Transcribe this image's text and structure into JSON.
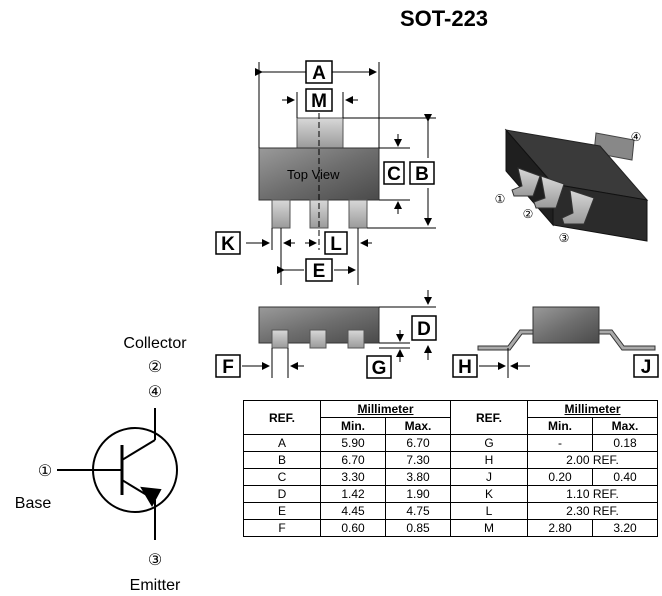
{
  "title": "SOT-223",
  "letters": {
    "A": "A",
    "M": "M",
    "C": "C",
    "B": "B",
    "K": "K",
    "L": "L",
    "E": "E",
    "D": "D",
    "F": "F",
    "G": "G",
    "H": "H",
    "J": "J"
  },
  "top_view": "Top View",
  "pins": {
    "p1": "①",
    "p2": "②",
    "p3": "③",
    "p4": "④"
  },
  "schematic": {
    "collector": "Collector",
    "base": "Base",
    "emitter": "Emitter",
    "c1": "②",
    "c2": "④",
    "b": "①",
    "e": "③"
  },
  "table": {
    "ref_header": "REF.",
    "mm_header": "Millimeter",
    "min": "Min.",
    "max": "Max.",
    "left": [
      {
        "ref": "A",
        "min": "5.90",
        "max": "6.70"
      },
      {
        "ref": "B",
        "min": "6.70",
        "max": "7.30"
      },
      {
        "ref": "C",
        "min": "3.30",
        "max": "3.80"
      },
      {
        "ref": "D",
        "min": "1.42",
        "max": "1.90"
      },
      {
        "ref": "E",
        "min": "4.45",
        "max": "4.75"
      },
      {
        "ref": "F",
        "min": "0.60",
        "max": "0.85"
      }
    ],
    "right": [
      {
        "ref": "G",
        "min": "-",
        "max": "0.18"
      },
      {
        "ref": "H",
        "span": "2.00 REF."
      },
      {
        "ref": "J",
        "min": "0.20",
        "max": "0.40"
      },
      {
        "ref": "K",
        "span": "1.10 REF."
      },
      {
        "ref": "L",
        "span": "2.30 REF."
      },
      {
        "ref": "M",
        "min": "2.80",
        "max": "3.20"
      }
    ]
  }
}
